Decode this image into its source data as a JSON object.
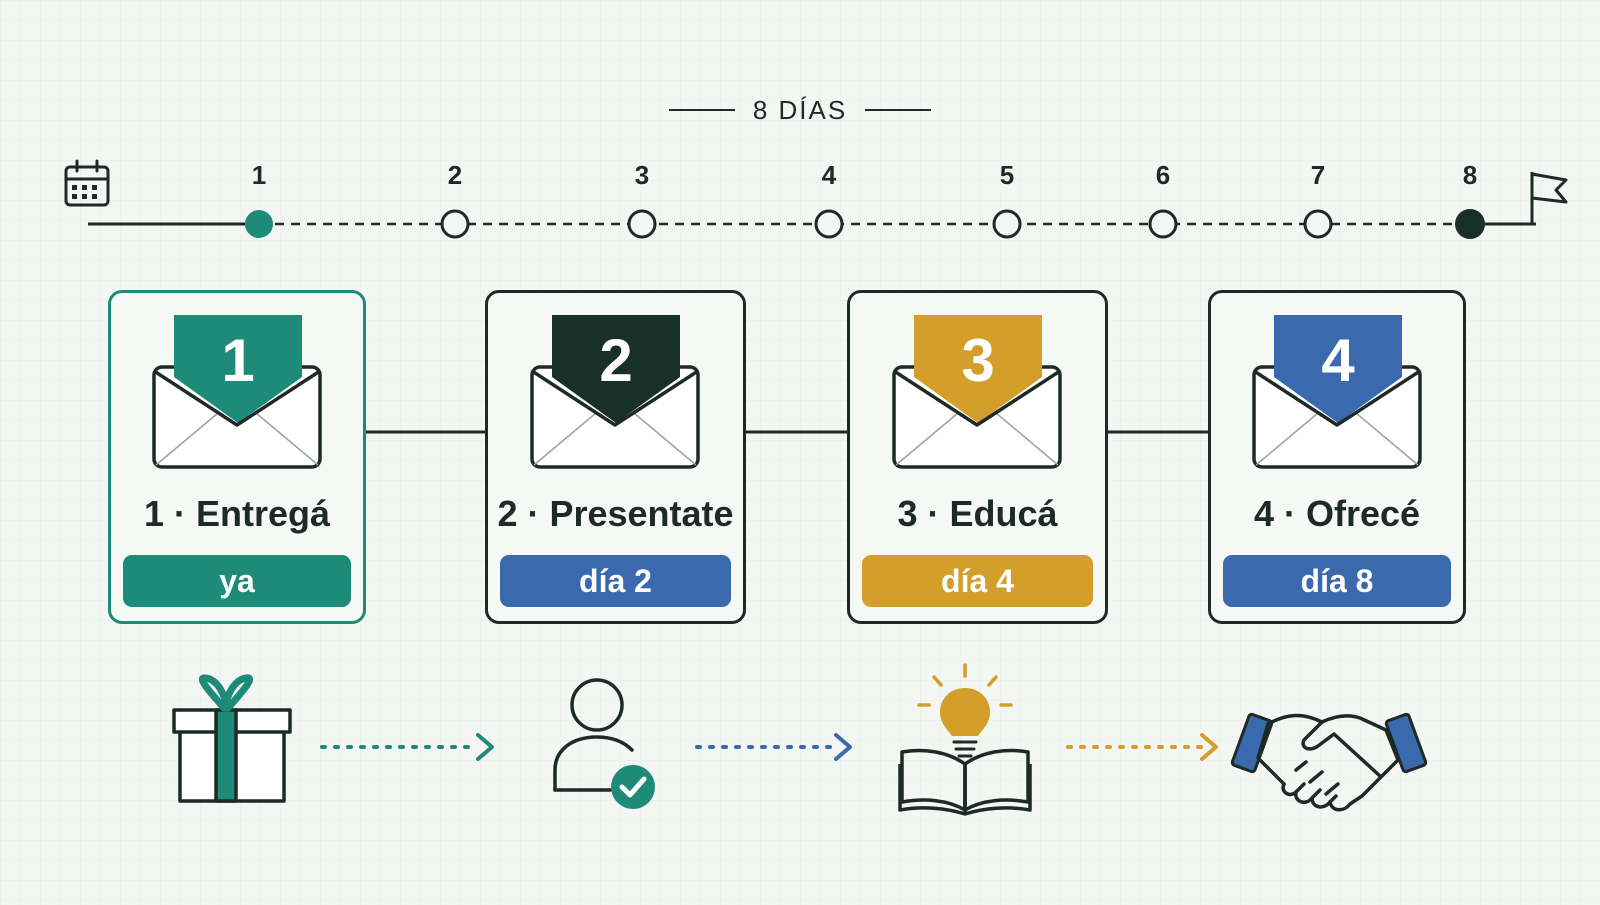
{
  "header": {
    "label": "8 DÍAS"
  },
  "timeline": {
    "days": [
      "1",
      "2",
      "3",
      "4",
      "5",
      "6",
      "7",
      "8"
    ]
  },
  "steps": [
    {
      "number": "1",
      "title": "1 · Entregá",
      "when": "ya",
      "color": "#1e8a78",
      "icon": "gift-icon"
    },
    {
      "number": "2",
      "title": "2 · Presentate",
      "when": "día 2",
      "color": "#183028",
      "pill_color": "#3a6aad",
      "icon": "person-check-icon"
    },
    {
      "number": "3",
      "title": "3 · Educá",
      "when": "día 4",
      "color": "#d49e2a",
      "icon": "lightbulb-book-icon"
    },
    {
      "number": "4",
      "title": "4 · Ofrecé",
      "when": "día 8",
      "color": "#3a6aad",
      "icon": "handshake-icon"
    }
  ],
  "colors": {
    "teal": "#1e8a78",
    "dark": "#183028",
    "gold": "#d49e2a",
    "blue": "#3a6aad",
    "ink": "#1d2a25"
  }
}
